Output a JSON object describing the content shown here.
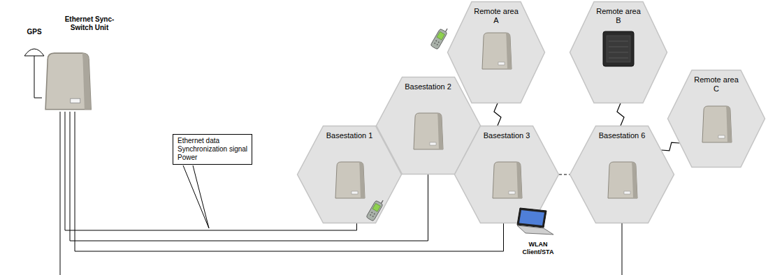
{
  "diagram": {
    "nodes": [
      {
        "text": [
          "GPS"
        ]
      },
      {
        "text": [
          "Ethernet Sync-Switch Unit"
        ]
      },
      {
        "text": [
          "Ethernet data",
          "Synchronization signal",
          "Power"
        ]
      },
      {
        "text": [
          "Basestation 1"
        ]
      },
      {
        "text": [
          "Basestation 2"
        ]
      },
      {
        "text": [
          "Basestation 3"
        ]
      },
      {
        "text": [
          "Remote area A"
        ]
      },
      {
        "text": [
          "Remote area B"
        ]
      },
      {
        "text": [
          "Basestation 6"
        ]
      },
      {
        "text": [
          "Remote area C"
        ]
      }
    ],
    "edges": [
      {
        "from": 0,
        "to": 1,
        "arrow": "none"
      },
      {
        "from": 1,
        "to": 3,
        "arrow": "none"
      },
      {
        "from": 1,
        "to": 4,
        "arrow": "none"
      },
      {
        "from": 1,
        "to": 5,
        "arrow": "none"
      },
      {
        "from": 5,
        "to": 6,
        "arrow": "none"
      },
      {
        "from": 5,
        "to": 8,
        "arrow": "none"
      },
      {
        "from": 8,
        "to": 7,
        "arrow": "none"
      },
      {
        "from": 8,
        "to": 9,
        "arrow": "none"
      }
    ],
    "labels": [
      "WLAN Client/STA"
    ]
  }
}
